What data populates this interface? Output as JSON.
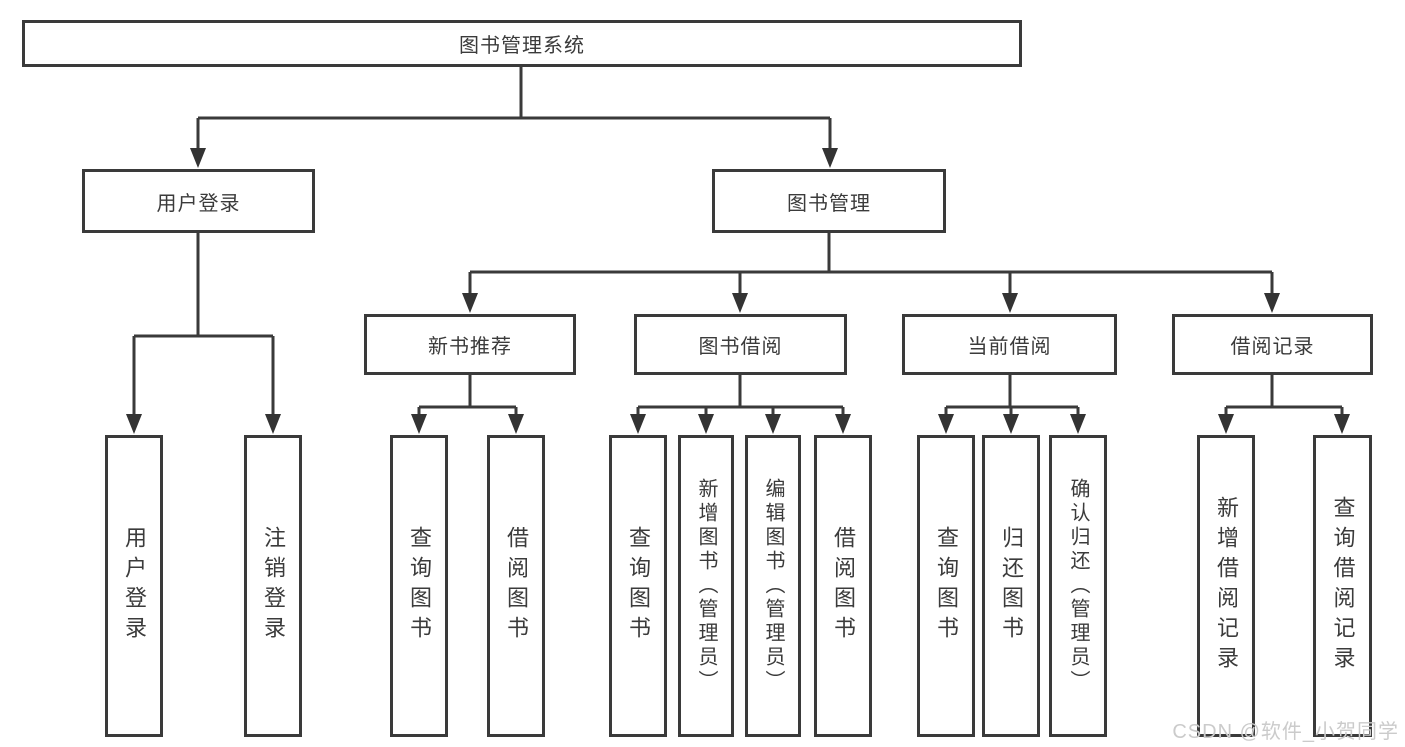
{
  "diagram": {
    "root": {
      "label": "图书管理系统"
    },
    "level2": [
      {
        "label": "用户登录"
      },
      {
        "label": "图书管理"
      }
    ],
    "level3": [
      {
        "label": "新书推荐"
      },
      {
        "label": "图书借阅"
      },
      {
        "label": "当前借阅"
      },
      {
        "label": "借阅记录"
      }
    ],
    "leaves": [
      {
        "label": "用户登录"
      },
      {
        "label": "注销登录"
      },
      {
        "label": "查询图书"
      },
      {
        "label": "借阅图书"
      },
      {
        "label": "查询图书"
      },
      {
        "label": "新增图书（管理员）"
      },
      {
        "label": "编辑图书（管理员）"
      },
      {
        "label": "借阅图书"
      },
      {
        "label": "查询图书"
      },
      {
        "label": "归还图书"
      },
      {
        "label": "确认归还（管理员）"
      },
      {
        "label": "新增借阅记录"
      },
      {
        "label": "查询借阅记录"
      }
    ]
  },
  "watermark": {
    "text": "CSDN @软件_小贺同学"
  },
  "colors": {
    "line": "#3a3a3a",
    "text": "#3b3b3b",
    "watermark": "#cbcbcb",
    "background": "#ffffff"
  }
}
